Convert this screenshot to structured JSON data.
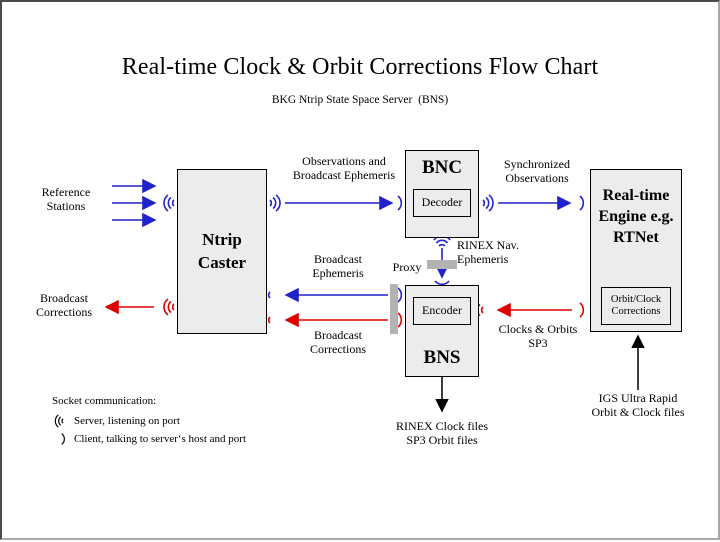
{
  "page": {
    "title": "Real-time Clock & Orbit Corrections Flow Chart",
    "subtitle": "BKG Ntrip State Space Server  (BNS)",
    "border_color": "#4a4a4a",
    "accent_blue": "#2222cc",
    "accent_red": "#dd0000",
    "box_fill": "#ececec"
  },
  "boxes": {
    "ntrip_caster": {
      "label": "Ntrip\nCaster"
    },
    "bnc": {
      "label": "BNC",
      "inner_label": "Decoder"
    },
    "bns": {
      "label": "BNS",
      "inner_label": "Encoder"
    },
    "real_time_engine": {
      "label": "Real-time\nEngine\ne.g. RTNet",
      "inner_label": "Orbit/Clock\nCorrections"
    }
  },
  "labels": {
    "reference_stations": "Reference\nStations",
    "broadcast_corrections_left": "Broadcast\nCorrections",
    "observations_and_broadcast_ephemeris": "Observations and\nBroadcast Ephemeris",
    "synchronized_observations": "Synchronized\nObservations",
    "broadcast_ephemeris": "Broadcast\nEphemeris",
    "broadcast_corrections_mid": "Broadcast\nCorrections",
    "proxy": "Proxy",
    "rinex_nav_ephemeris": "RINEX Nav.\nEphemeris",
    "clocks_and_orbits_sp3": "Clocks & Orbits\nSP3",
    "rinex_clock_sp3_files": "RINEX Clock files\nSP3 Orbit files",
    "igs_ultra_rapid": "IGS Ultra Rapid\nOrbit & Clock files"
  },
  "legend": {
    "heading": "Socket communication:",
    "items": [
      {
        "icon": "server-wave-icon",
        "text": "Server,  listening on port"
      },
      {
        "icon": "client-arc-icon",
        "text": "Client,  talking to server‘s host and port"
      }
    ]
  }
}
